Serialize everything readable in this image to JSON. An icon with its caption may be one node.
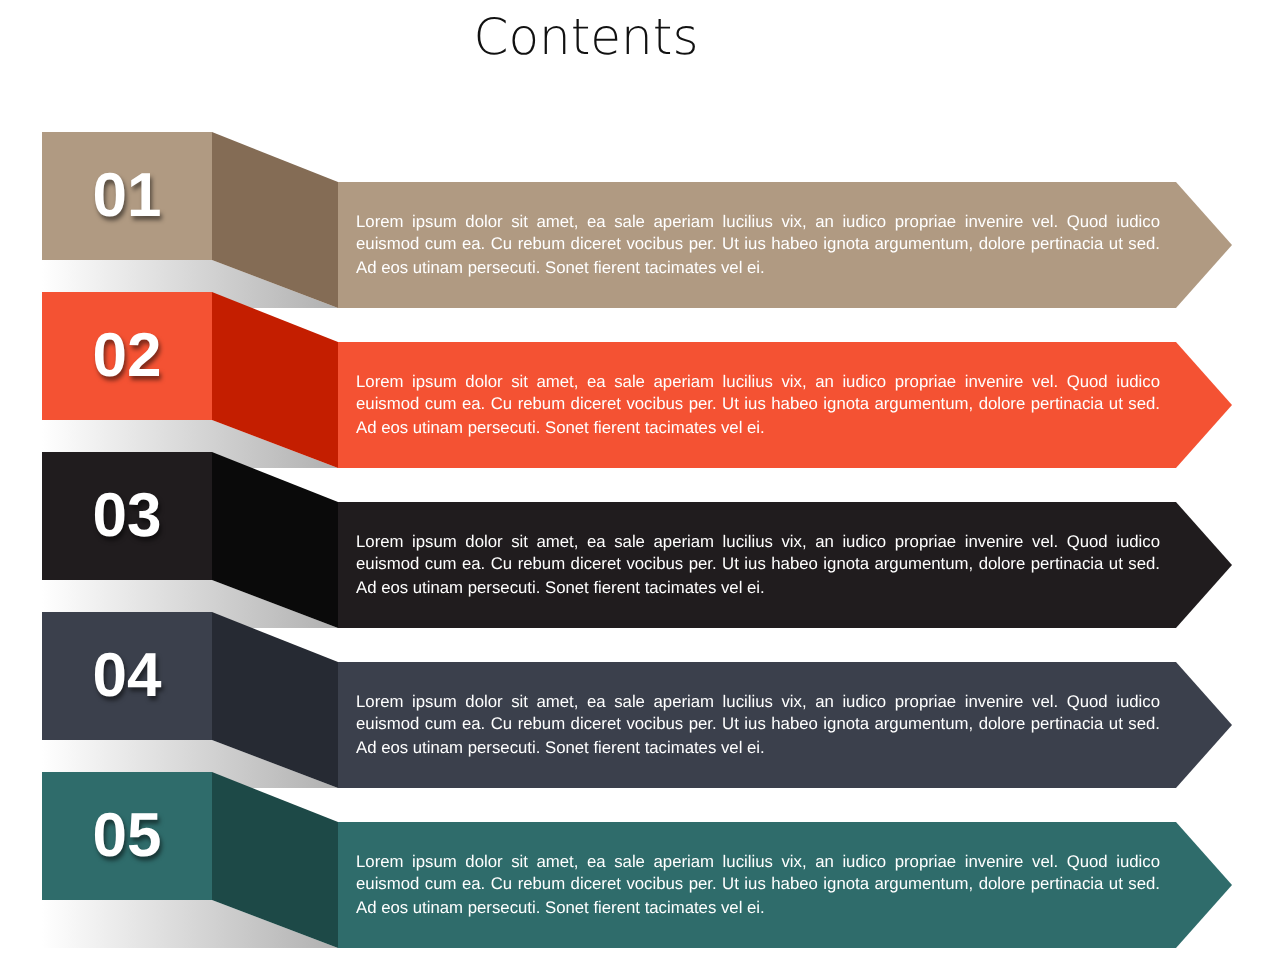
{
  "diagram": {
    "title": "Contents",
    "nodes": [
      {
        "text": [
          "01"
        ]
      },
      {
        "text": [
          "Lorem ipsum dolor sit amet, ea sale aperiam lucilius vix, an iudico propriae invenire vel. Quod iudico euismod cum ea. Cu rebum diceret vocibus per. Ut ius habeo ignota argumentum, dolore pertinacia ut sed. Ad eos utinam persecuti. Sonet fierent tacimates vel ei."
        ]
      },
      {
        "text": [
          "02"
        ]
      },
      {
        "text": [
          "Lorem ipsum dolor sit amet, ea sale aperiam lucilius vix, an iudico propriae invenire vel. Quod iudico euismod cum ea. Cu rebum diceret vocibus per. Ut ius habeo ignota argumentum, dolore pertinacia ut sed. Ad eos utinam persecuti. Sonet fierent tacimates vel ei."
        ]
      },
      {
        "text": [
          "03"
        ]
      },
      {
        "text": [
          "Lorem ipsum dolor sit amet, ea sale aperiam lucilius vix, an iudico propriae invenire vel. Quod iudico euismod cum ea. Cu rebum diceret vocibus per. Ut ius habeo ignota argumentum, dolore pertinacia ut sed. Ad eos utinam persecuti. Sonet fierent tacimates vel ei."
        ]
      },
      {
        "text": [
          "04"
        ]
      },
      {
        "text": [
          "Lorem ipsum dolor sit amet, ea sale aperiam lucilius vix, an iudico propriae invenire vel. Quod iudico euismod cum ea. Cu rebum diceret vocibus per. Ut ius habeo ignota argumentum, dolore pertinacia ut sed. Ad eos utinam persecuti. Sonet fierent tacimates vel ei."
        ]
      },
      {
        "text": [
          "05"
        ]
      },
      {
        "text": [
          "Lorem ipsum dolor sit amet, ea sale aperiam lucilius vix, an iudico propriae invenire vel. Quod iudico euismod cum ea. Cu rebum diceret vocibus per. Ut ius habeo ignota argumentum, dolore pertinacia ut sed. Ad eos utinam persecuti. Sonet fierent tacimates vel ei."
        ]
      }
    ]
  }
}
